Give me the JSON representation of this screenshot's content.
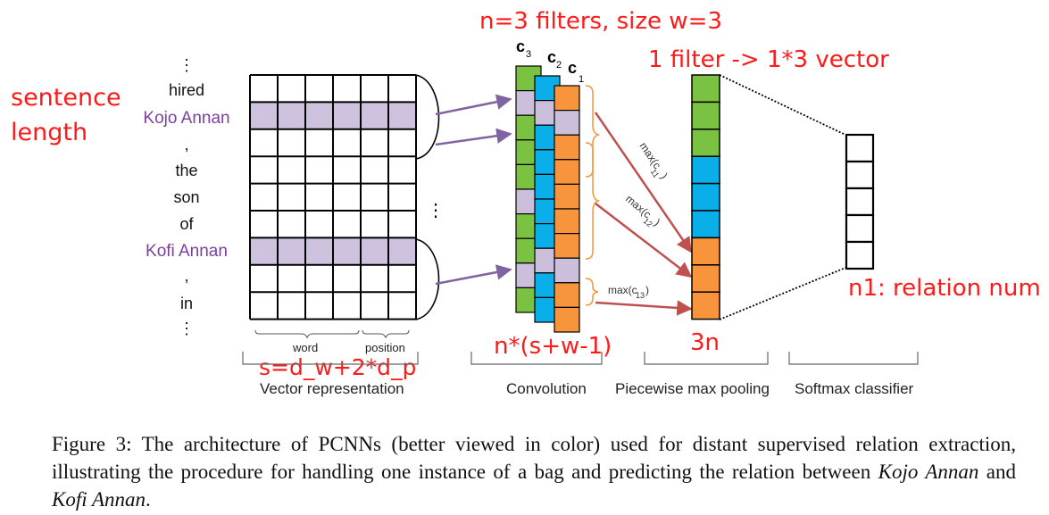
{
  "annotations": {
    "sentence_length": [
      "sentence",
      "length"
    ],
    "filters": "n=3 filters, size w=3",
    "filter_vector": "1 filter -> 1*3 vector",
    "conv_length": "n*(s+w-1)",
    "s_formula": "s=d_w+2*d_p",
    "pool_size": "3n",
    "relation_num": "n1: relation num"
  },
  "sentence_words": [
    "⋮",
    "hired",
    "Kojo Annan",
    ",",
    "the",
    "son",
    "of",
    "Kofi Annan",
    ",",
    "in",
    "⋮"
  ],
  "highlighted_words": [
    "Kojo Annan",
    "Kofi Annan"
  ],
  "filter_labels": [
    "c",
    "c",
    "c"
  ],
  "filter_subscripts": [
    "3",
    "2",
    "1"
  ],
  "max_labels": [
    {
      "base": "max(c",
      "sub": "11",
      "tail": ")"
    },
    {
      "base": "max(c",
      "sub": "12",
      "tail": ")"
    },
    {
      "base": "max(c",
      "sub": "13",
      "tail": ")"
    }
  ],
  "sublabels": {
    "word": "word",
    "position": "position"
  },
  "sections": {
    "vector": "Vector representation",
    "convolution": "Convolution",
    "pooling": "Piecewise max pooling",
    "softmax": "Softmax classifier"
  },
  "caption": {
    "prefix": "Figure 3: The architecture of PCNNs (better viewed in color) used for distant supervised relation extraction, illustrating the procedure for handling one instance of a bag and predicting the relation between ",
    "entity1": "Kojo Annan",
    "middle": " and ",
    "entity2": "Kofi Annan",
    "suffix": "."
  },
  "colors": {
    "annotation_red": "#ff1a1a",
    "entity_purple": "#7b3fa0",
    "highlight_row": "#cfc2df",
    "green": "#7cc242",
    "blue": "#0aaee8",
    "orange": "#f7943c",
    "lavender": "#cbbfdc",
    "arrow_red": "#c0504d",
    "arrow_purple": "#8064a2"
  }
}
